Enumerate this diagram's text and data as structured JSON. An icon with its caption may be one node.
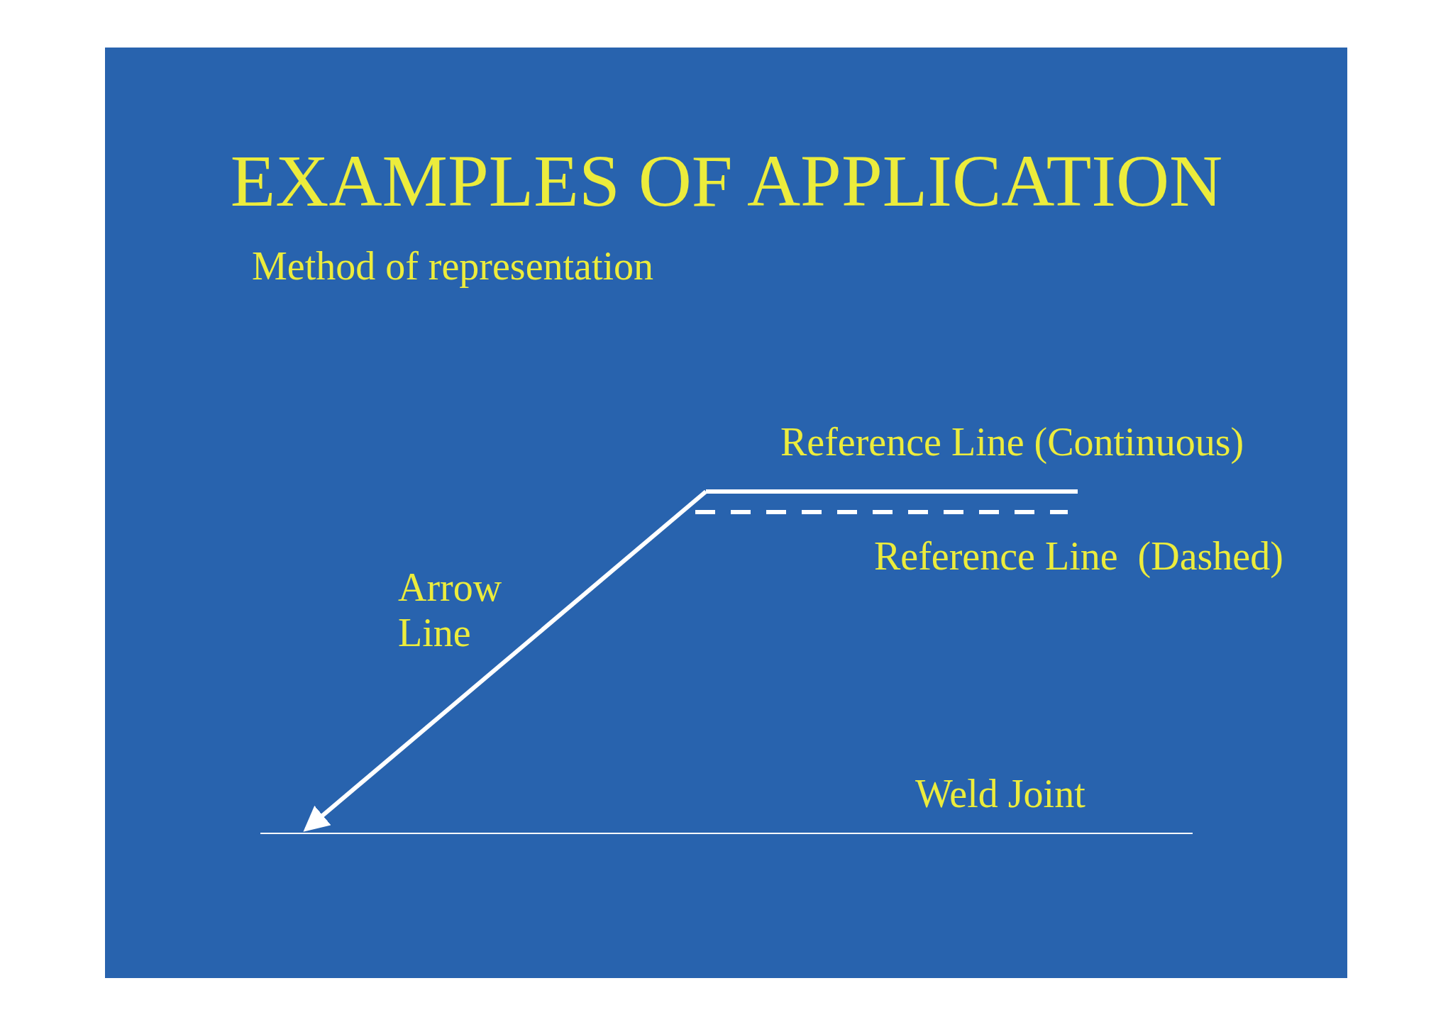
{
  "diagram": {
    "title": "EXAMPLES OF APPLICATION",
    "labels": [
      "Method of representation",
      "Reference Line (Continuous)",
      "Arrow Line",
      "Reference Line  (Dashed)",
      "Weld Joint"
    ]
  }
}
